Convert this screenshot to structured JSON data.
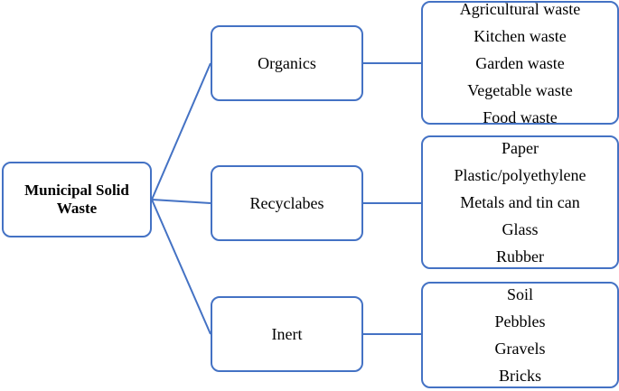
{
  "diagram": {
    "root": {
      "label": "Municipal Solid Waste"
    },
    "categories": [
      {
        "label": "Organics",
        "items": [
          "Agricultural waste",
          "Kitchen waste",
          "Garden waste",
          "Vegetable waste",
          "Food waste"
        ]
      },
      {
        "label": "Recyclabes",
        "items": [
          "Paper",
          "Plastic/polyethylene",
          "Metals and tin can",
          "Glass",
          "Rubber"
        ]
      },
      {
        "label": "Inert",
        "items": [
          "Soil",
          "Pebbles",
          "Gravels",
          "Bricks"
        ]
      }
    ],
    "colors": {
      "border": "#4472c4",
      "connector": "#4472c4",
      "text": "#000000",
      "background": "#ffffff"
    }
  }
}
